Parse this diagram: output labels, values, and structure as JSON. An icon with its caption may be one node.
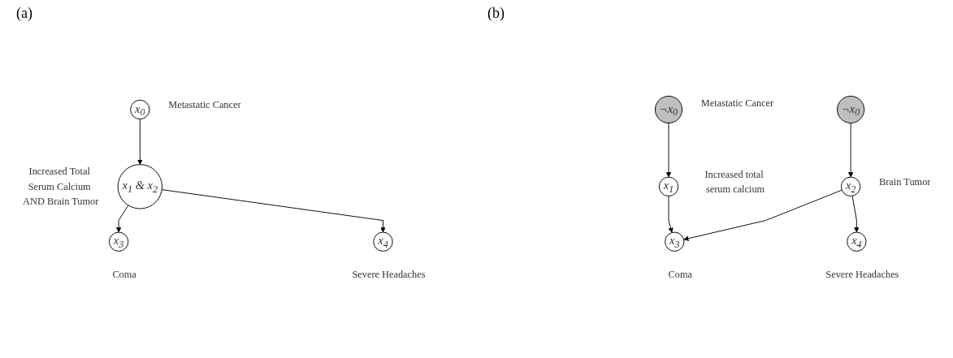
{
  "diagram": {
    "nodes": [
      {
        "text": [
          "x$_{0}$"
        ],
        "beside": [
          "Metastatic Cancer"
        ]
      },
      {
        "text": [
          "x$_{1}$ & x$_{2}$"
        ],
        "beside": [
          "Increased Total Serum Calcium AND Brain Tumor"
        ]
      },
      {
        "text": [
          "x$_{3}$"
        ],
        "beside": [
          "Coma"
        ]
      },
      {
        "text": [
          "x$_{4}$"
        ],
        "beside": [
          "Severe Headaches"
        ]
      },
      {
        "text": [
          "¬x$_{0}$"
        ],
        "beside": [
          "Metastatic Cancer"
        ]
      },
      {
        "text": [
          "¬x$_{0}$"
        ]
      },
      {
        "text": [
          "x$_{1}$"
        ],
        "beside": [
          "Increased total serum calcium"
        ]
      },
      {
        "text": [
          "x$_{2}$"
        ],
        "beside": [
          "Brain Tumor"
        ]
      },
      {
        "text": [
          "x$_{3}$"
        ],
        "beside": [
          "Coma"
        ]
      },
      {
        "text": [
          "x$_{4}$"
        ],
        "beside": [
          "Severe Headaches"
        ]
      }
    ],
    "edges": [
      {
        "from": 0,
        "to": 1,
        "arrow": "to"
      },
      {
        "from": 1,
        "to": 2,
        "arrow": "to"
      },
      {
        "from": 1,
        "to": 3,
        "arrow": "to"
      },
      {
        "from": 4,
        "to": 6,
        "arrow": "to"
      },
      {
        "from": 5,
        "to": 7,
        "arrow": "to"
      },
      {
        "from": 6,
        "to": 8,
        "arrow": "to"
      },
      {
        "from": 7,
        "to": 8,
        "arrow": "to"
      },
      {
        "from": 7,
        "to": 9,
        "arrow": "to"
      }
    ],
    "labels": [
      "(a)",
      "(b)"
    ]
  }
}
